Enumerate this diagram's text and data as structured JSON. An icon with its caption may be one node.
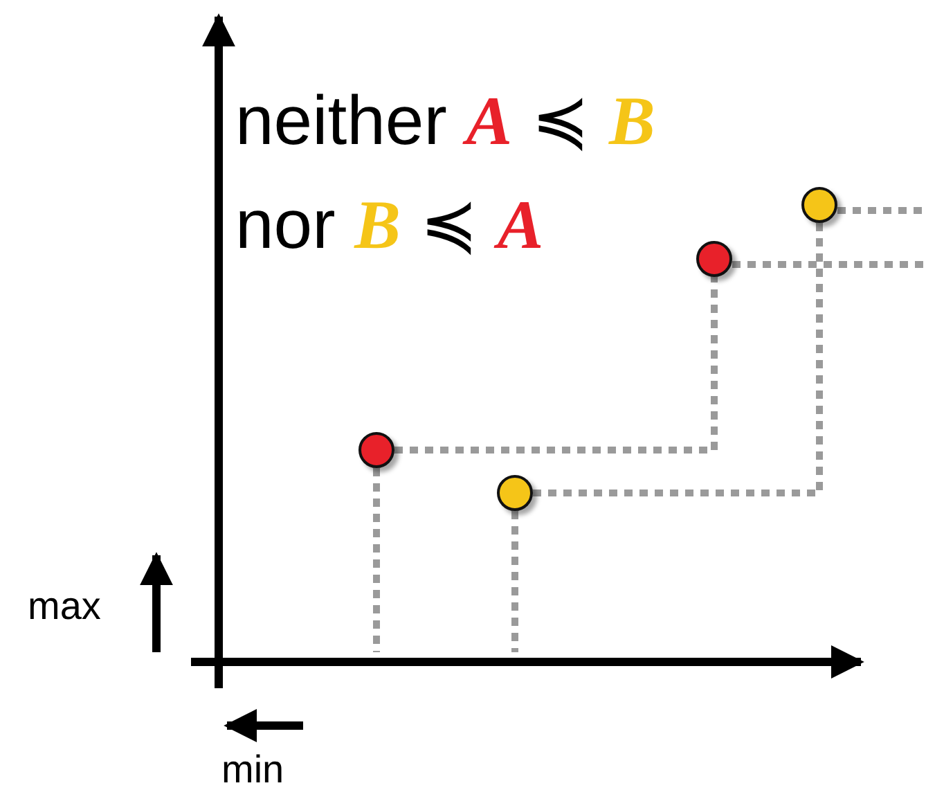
{
  "diagram": {
    "nodes": [
      {
        "text": [],
        "shape": "circle"
      },
      {
        "text": [],
        "shape": "circle"
      },
      {
        "text": [],
        "shape": "circle"
      },
      {
        "text": [],
        "shape": "circle"
      }
    ],
    "edges": [
      {
        "from": 0,
        "to": 2,
        "arrow": "none",
        "style": "dashed"
      },
      {
        "from": 1,
        "to": 3,
        "arrow": "none",
        "style": "dashed"
      },
      {
        "from": 0,
        "to": null,
        "arrow": "none",
        "style": "dashed"
      },
      {
        "from": 1,
        "to": null,
        "arrow": "none",
        "style": "dashed"
      },
      {
        "from": 2,
        "to": null,
        "arrow": "none",
        "style": "dashed"
      },
      {
        "from": 3,
        "to": null,
        "arrow": "none",
        "style": "dashed"
      }
    ],
    "labels": [
      "neither **A** ≼ **B**",
      "nor **B** ≼ **A**",
      "max",
      "min"
    ]
  }
}
